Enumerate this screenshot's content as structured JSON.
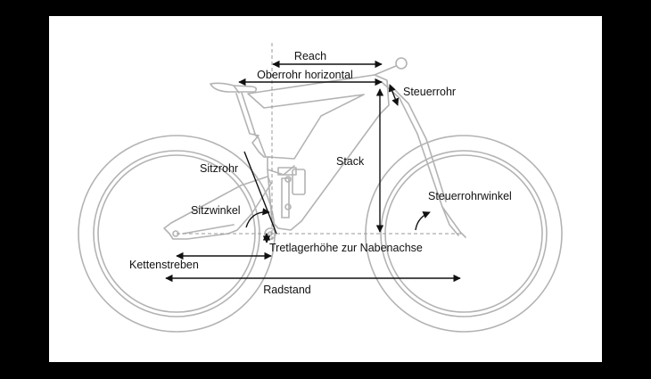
{
  "colors": {
    "background": "#000000",
    "panel": "#ffffff",
    "frame_outline": "#b3b3b3",
    "dimension_line": "#111111",
    "label_text": "#111111",
    "guide_line": "#9a9a9a"
  },
  "icons": [
    "bicycle-frame-illustration",
    "double-arrow",
    "angle-arc"
  ],
  "labels": {
    "reach": "Reach",
    "oberrohr": "Oberrohr horizontal",
    "steuerrohr": "Steuerrohr",
    "stack": "Stack",
    "sitzrohr": "Sitzrohr",
    "steuerrohrwinkel": "Steuerrohrwinkel",
    "sitzwinkel": "Sitzwinkel",
    "tretlager": "Tretlagerhöhe zur Nabenachse",
    "kettenstreben": "Kettenstreben",
    "radstand": "Radstand"
  }
}
